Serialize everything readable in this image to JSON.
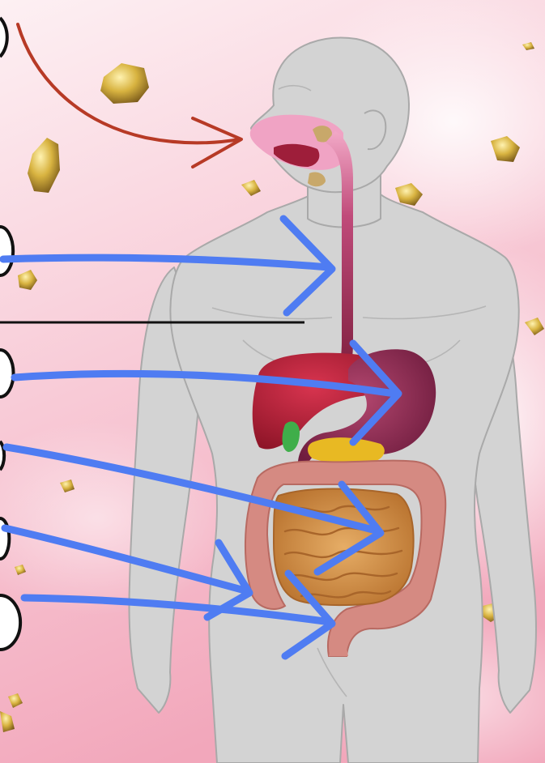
{
  "diagram": {
    "colors": {
      "background_top": "#fbe3ea",
      "background_bottom": "#f3a9bd",
      "body_fill": "#d3d3d3",
      "body_outline": "#a9a9a9",
      "esophagus": "#8e2447",
      "mouth": "#f0a3c4",
      "liver": "#b8213c",
      "stomach": "#8f2a55",
      "gallbladder": "#3fae4a",
      "pancreas": "#e8b923",
      "large_intestine": "#d58a82",
      "small_intestine": "#d69a55",
      "arrow_blue": "#4f7cf2",
      "arrow_red": "#b73a26",
      "divider": "#111111",
      "gold_flake": "#d4af37"
    },
    "pointers": [
      {
        "id": "mouth",
        "color": "red"
      },
      {
        "id": "esophagus",
        "color": "blue"
      },
      {
        "id": "stomach",
        "color": "blue"
      },
      {
        "id": "small-intestine",
        "color": "blue"
      },
      {
        "id": "large-intestine",
        "color": "blue"
      },
      {
        "id": "rectum",
        "color": "blue"
      }
    ]
  }
}
